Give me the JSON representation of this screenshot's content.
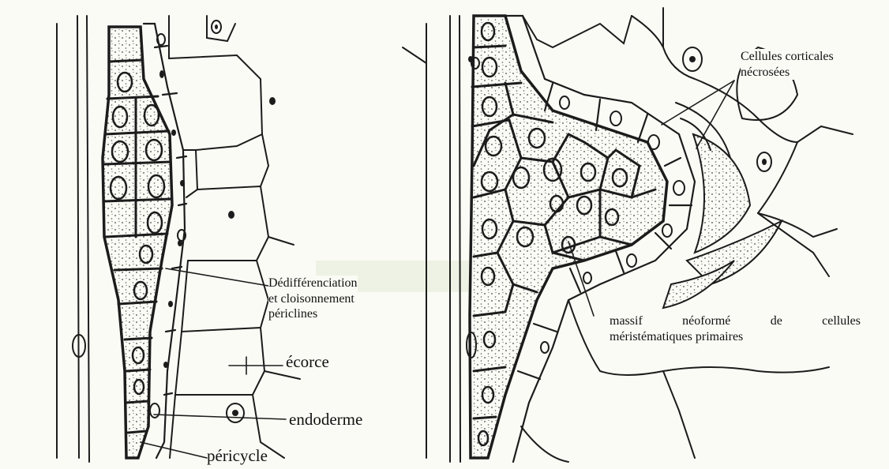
{
  "labels": {
    "dedifferenciation": [
      "Dédifférenciation",
      "et cloisonnement",
      "périclines"
    ],
    "cellules_necrosees": [
      "Cellules corticales",
      "nécrosées"
    ],
    "massif": [
      "massif néoformé de cellules",
      "méristématiques primaires"
    ],
    "ecorce": "écorce",
    "endoderme": "endoderme",
    "pericycle": "péricycle"
  },
  "colors": {
    "ink": "#1c1c1c",
    "paper": "#fbfbf6",
    "tint": "#e2ead2"
  }
}
